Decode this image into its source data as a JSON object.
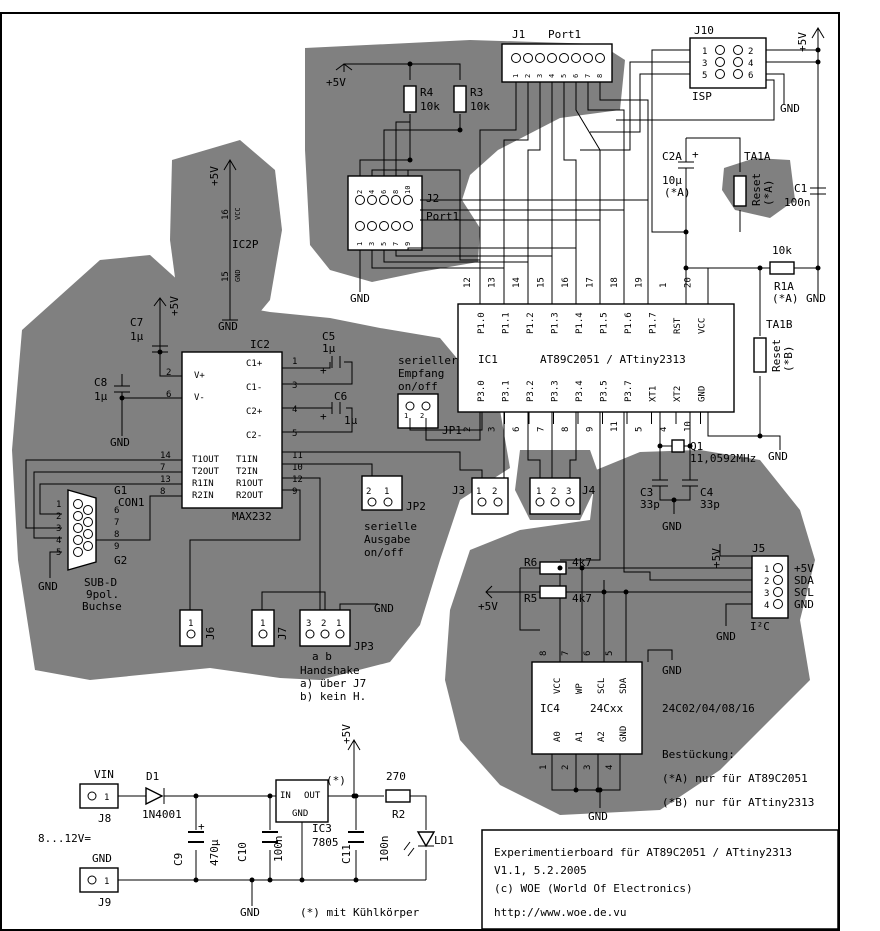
{
  "ic1": {
    "ref": "IC1",
    "name": "AT89C2051 / ATtiny2313",
    "top_pins": [
      "P1.0",
      "P1.1",
      "P1.2",
      "P1.3",
      "P1.4",
      "P1.5",
      "P1.6",
      "P1.7",
      "RST",
      "VCC"
    ],
    "top_nums": [
      "12",
      "13",
      "14",
      "15",
      "16",
      "17",
      "18",
      "19",
      "1",
      "20"
    ],
    "bot_pins": [
      "P3.0",
      "P3.1",
      "P3.2",
      "P3.3",
      "P3.4",
      "P3.5",
      "P3.7",
      "XT1",
      "XT2",
      "GND"
    ],
    "bot_nums": [
      "2",
      "3",
      "6",
      "7",
      "8",
      "9",
      "11",
      "5",
      "4",
      "10"
    ]
  },
  "ic2": {
    "ref": "IC2",
    "name": "MAX232",
    "left_pins": [
      "V+",
      "V-"
    ],
    "left_nums": [
      "2",
      "6"
    ],
    "right_pins": [
      "C1+",
      "C1-",
      "C2+",
      "C2-"
    ],
    "right_nums": [
      "1",
      "3",
      "4",
      "5"
    ],
    "io_left": [
      "T1OUT",
      "T2OUT",
      "R1IN",
      "R2IN"
    ],
    "io_left_nums": [
      "14",
      "7",
      "13",
      "8"
    ],
    "io_right": [
      "T1IN",
      "T2IN",
      "R1OUT",
      "R2OUT"
    ],
    "io_right_nums": [
      "11",
      "10",
      "12",
      "9"
    ]
  },
  "ic2p": {
    "ref": "IC2P",
    "vcc": "+5V",
    "vcc_pin": "16",
    "vcc_lbl": "VCC",
    "gnd_pin": "15",
    "gnd_lbl": "GND",
    "gnd": "GND"
  },
  "ic3": {
    "ref": "IC3",
    "name": "7805",
    "in": "IN",
    "out": "OUT",
    "gnd": "GND",
    "mark": "(*)"
  },
  "ic4": {
    "ref": "IC4",
    "name": "24Cxx",
    "types": "24C02/04/08/16",
    "top_pins": [
      "VCC",
      "WP",
      "SCL",
      "SDA"
    ],
    "top_nums": [
      "8",
      "7",
      "6",
      "5"
    ],
    "bot_pins": [
      "A0",
      "A1",
      "A2",
      "GND"
    ],
    "bot_nums": [
      "1",
      "2",
      "3",
      "4"
    ]
  },
  "j1": {
    "ref": "J1",
    "name": "Port1",
    "pins": [
      "1",
      "2",
      "3",
      "4",
      "5",
      "6",
      "7",
      "8"
    ]
  },
  "j2": {
    "ref": "J2",
    "name": "Port1",
    "top": [
      "2",
      "4",
      "6",
      "8",
      "10"
    ],
    "bot": [
      "1",
      "3",
      "5",
      "7",
      "9"
    ]
  },
  "j10": {
    "ref": "J10",
    "name": "ISP",
    "left": [
      "1",
      "3",
      "5"
    ],
    "right": [
      "2",
      "4",
      "6"
    ]
  },
  "j5": {
    "ref": "J5",
    "name": "I²C",
    "pins": [
      "1",
      "2",
      "3",
      "4"
    ],
    "labels": [
      "+5V",
      "SDA",
      "SCL",
      "GND"
    ]
  },
  "con1": {
    "ref": "CON1",
    "g1": "G1",
    "g2": "G2",
    "name": "SUB-D",
    "line2": "9pol.",
    "line3": "Buchse",
    "pins": [
      "1",
      "2",
      "3",
      "4",
      "5",
      "6",
      "7",
      "8",
      "9"
    ]
  },
  "jumpers": {
    "jp1": {
      "ref": "JP1",
      "pins": [
        "1",
        "2"
      ],
      "text": [
        "serieller",
        "Empfang",
        "on/off"
      ]
    },
    "jp2": {
      "ref": "JP2",
      "pins": [
        "2",
        "1"
      ],
      "text": [
        "serielle",
        "Ausgabe",
        "on/off"
      ]
    },
    "jp3": {
      "ref": "JP3",
      "pins": [
        "3",
        "2",
        "1"
      ],
      "ab": "a  b",
      "text": [
        "Handshake",
        "a) über J7",
        "b) kein H."
      ]
    },
    "j3": {
      "ref": "J3",
      "pins": [
        "1",
        "2"
      ]
    },
    "j4": {
      "ref": "J4",
      "pins": [
        "1",
        "2",
        "3"
      ]
    },
    "j6": {
      "ref": "J6",
      "pin": "1"
    },
    "j7": {
      "ref": "J7",
      "pin": "1"
    },
    "j8": {
      "ref": "J8",
      "pin": "1",
      "label": "VIN"
    },
    "j9": {
      "ref": "J9",
      "pin": "1",
      "label": "GND"
    }
  },
  "parts": {
    "r1a": {
      "ref": "R1A",
      "value": "10k",
      "note": "(*A)"
    },
    "r2": {
      "ref": "R2",
      "value": "270"
    },
    "r3": {
      "ref": "R3",
      "value": "10k"
    },
    "r4": {
      "ref": "R4",
      "value": "10k"
    },
    "r5": {
      "ref": "R5",
      "value": "4k7"
    },
    "r6": {
      "ref": "R6",
      "value": "4k7"
    },
    "c1": {
      "ref": "C1",
      "value": "100n"
    },
    "c2a": {
      "ref": "C2A",
      "value": "10µ",
      "note": "(*A)"
    },
    "c3": {
      "ref": "C3",
      "value": "33p"
    },
    "c4": {
      "ref": "C4",
      "value": "33p"
    },
    "c5": {
      "ref": "C5",
      "value": "1µ"
    },
    "c6": {
      "ref": "C6",
      "value": "1µ"
    },
    "c7": {
      "ref": "C7",
      "value": "1µ"
    },
    "c8": {
      "ref": "C8",
      "value": "1µ"
    },
    "c9": {
      "ref": "C9",
      "value": "470µ"
    },
    "c10": {
      "ref": "C10",
      "value": "100n"
    },
    "c11": {
      "ref": "C11",
      "value": "100n"
    },
    "d1": {
      "ref": "D1",
      "value": "1N4001"
    },
    "ld1": {
      "ref": "LD1"
    },
    "q1": {
      "ref": "Q1",
      "value": "11,0592MHz"
    },
    "ta1a": {
      "ref": "TA1A",
      "line1": "Reset",
      "line2": "(*A)"
    },
    "ta1b": {
      "ref": "TA1B",
      "line1": "Reset",
      "line2": "(*B)"
    }
  },
  "nets": {
    "vcc": "+5V",
    "gnd": "GND",
    "plus": "+",
    "vin_range": "8...12V="
  },
  "notes": {
    "cooler": "(*) mit Kühlkörper",
    "bestueckung": "Bestückung:",
    "a": "(*A) nur für AT89C2051",
    "b": "(*B) nur für ATtiny2313"
  },
  "title_block": {
    "l1": "Experimentierboard für AT89C2051 / ATtiny2313",
    "l2": "V1.1, 5.2.2005",
    "l3": "(c) WOE (World Of Electronics)",
    "l4": "http://www.woe.de.vu"
  }
}
